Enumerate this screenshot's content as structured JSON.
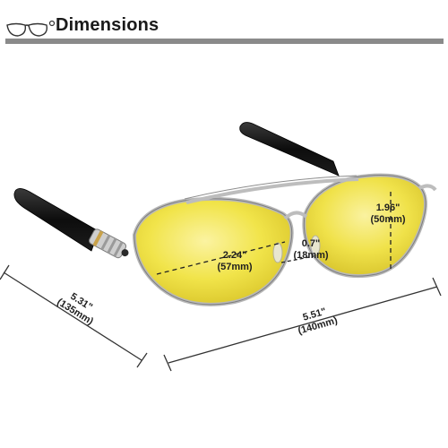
{
  "header": {
    "title": "Dimensions",
    "icon": "glasses-icon"
  },
  "product": {
    "lens_color": "#f4e74a",
    "frame_color": "#c9c9c9",
    "temple_color": "#141414"
  },
  "dimensions": {
    "lens_width": {
      "inch": "2.24\"",
      "mm": "(57mm)"
    },
    "lens_height": {
      "inch": "1.96\"",
      "mm": "(50mm)"
    },
    "bridge": {
      "inch": "0.7\"",
      "mm": "(18mm)"
    },
    "frame_width": {
      "inch": "5.51\"",
      "mm": "(140mm)"
    },
    "temple_length": {
      "inch": "5.31\"",
      "mm": "(135mm)"
    }
  }
}
